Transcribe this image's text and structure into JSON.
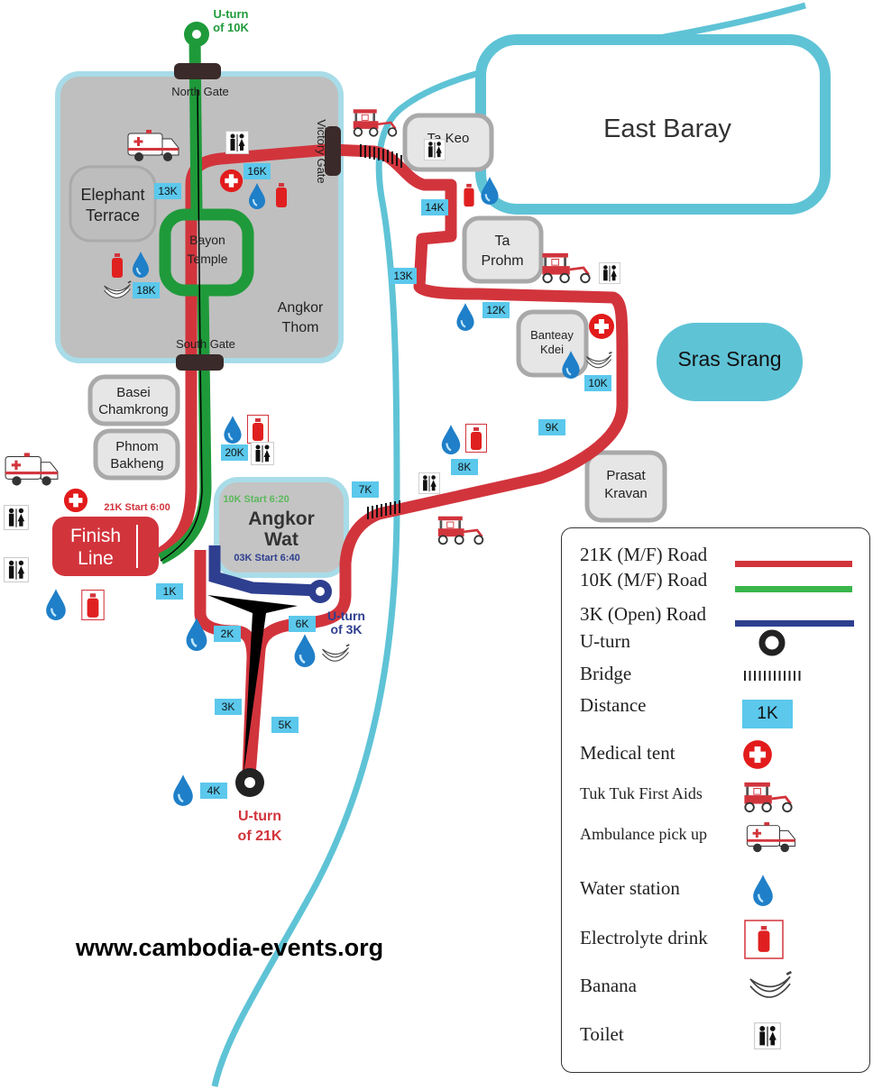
{
  "map": {
    "uturn_10k": [
      "U-turn",
      "of 10K"
    ],
    "north_gate": "North Gate",
    "victory_gate": "Victory Gate",
    "south_gate": "South Gate",
    "elephant_terrace": [
      "Elephant",
      "Terrace"
    ],
    "bayon_temple": [
      "Bayon",
      "Temple"
    ],
    "angkor_thom": [
      "Angkor",
      "Thom"
    ],
    "basei_chamkrong": [
      "Basei",
      "Chamkrong"
    ],
    "phnom_bakheng": [
      "Phnom",
      "Bakheng"
    ],
    "start_21k": "21K Start 6:00",
    "finish_line": [
      "Finish",
      "Line"
    ],
    "start_10k": "10K Start 6:20",
    "angkor_wat": [
      "Angkor",
      "Wat"
    ],
    "start_3k": "03K Start 6:40",
    "uturn_3k": [
      "U-turn",
      "of 3K"
    ],
    "uturn_21k": [
      "U-turn",
      "of 21K"
    ],
    "east_baray": "East Baray",
    "sras_srang": "Sras Srang",
    "ta_keo": "Ta Keo",
    "ta_prohm": [
      "Ta",
      "Prohm"
    ],
    "banteay_kdei": [
      "Banteay",
      "Kdei"
    ],
    "prasat_kravan": [
      "Prasat",
      "Kravan"
    ]
  },
  "distance_markers": [
    "13K",
    "16K",
    "18K",
    "14K",
    "13K",
    "12K",
    "10K",
    "9K",
    "8K",
    "7K",
    "20K",
    "1K",
    "2K",
    "6K",
    "3K",
    "5K",
    "4K"
  ],
  "website": "www.cambodia-events.org",
  "colors": {
    "route_21k": "#d2343c",
    "route_10k": "#1f9a3a",
    "route_3k": "#2e3f8f",
    "water": "#5fc3d6",
    "distance": "#5bc8ec"
  },
  "legend": {
    "items": [
      {
        "label": "21K (M/F) Road",
        "icon": "red-line"
      },
      {
        "label": "10K (M/F) Road",
        "icon": "green-line"
      },
      {
        "label": "3K (Open) Road",
        "icon": "blue-line"
      },
      {
        "label": "U-turn",
        "icon": "uturn-ring"
      },
      {
        "label": "Bridge",
        "icon": "bridge-hatch"
      },
      {
        "label": "Distance",
        "icon": "distance-box",
        "sample": "1K"
      },
      {
        "label": "Medical tent",
        "icon": "medical-cross"
      },
      {
        "label": "Tuk Tuk First Aids",
        "icon": "tuktuk"
      },
      {
        "label": "Ambulance pick up",
        "icon": "ambulance"
      },
      {
        "label": "Water station",
        "icon": "water-drop"
      },
      {
        "label": "Electrolyte drink",
        "icon": "bottle"
      },
      {
        "label": "Banana",
        "icon": "banana"
      },
      {
        "label": "Toilet",
        "icon": "toilet"
      }
    ]
  }
}
